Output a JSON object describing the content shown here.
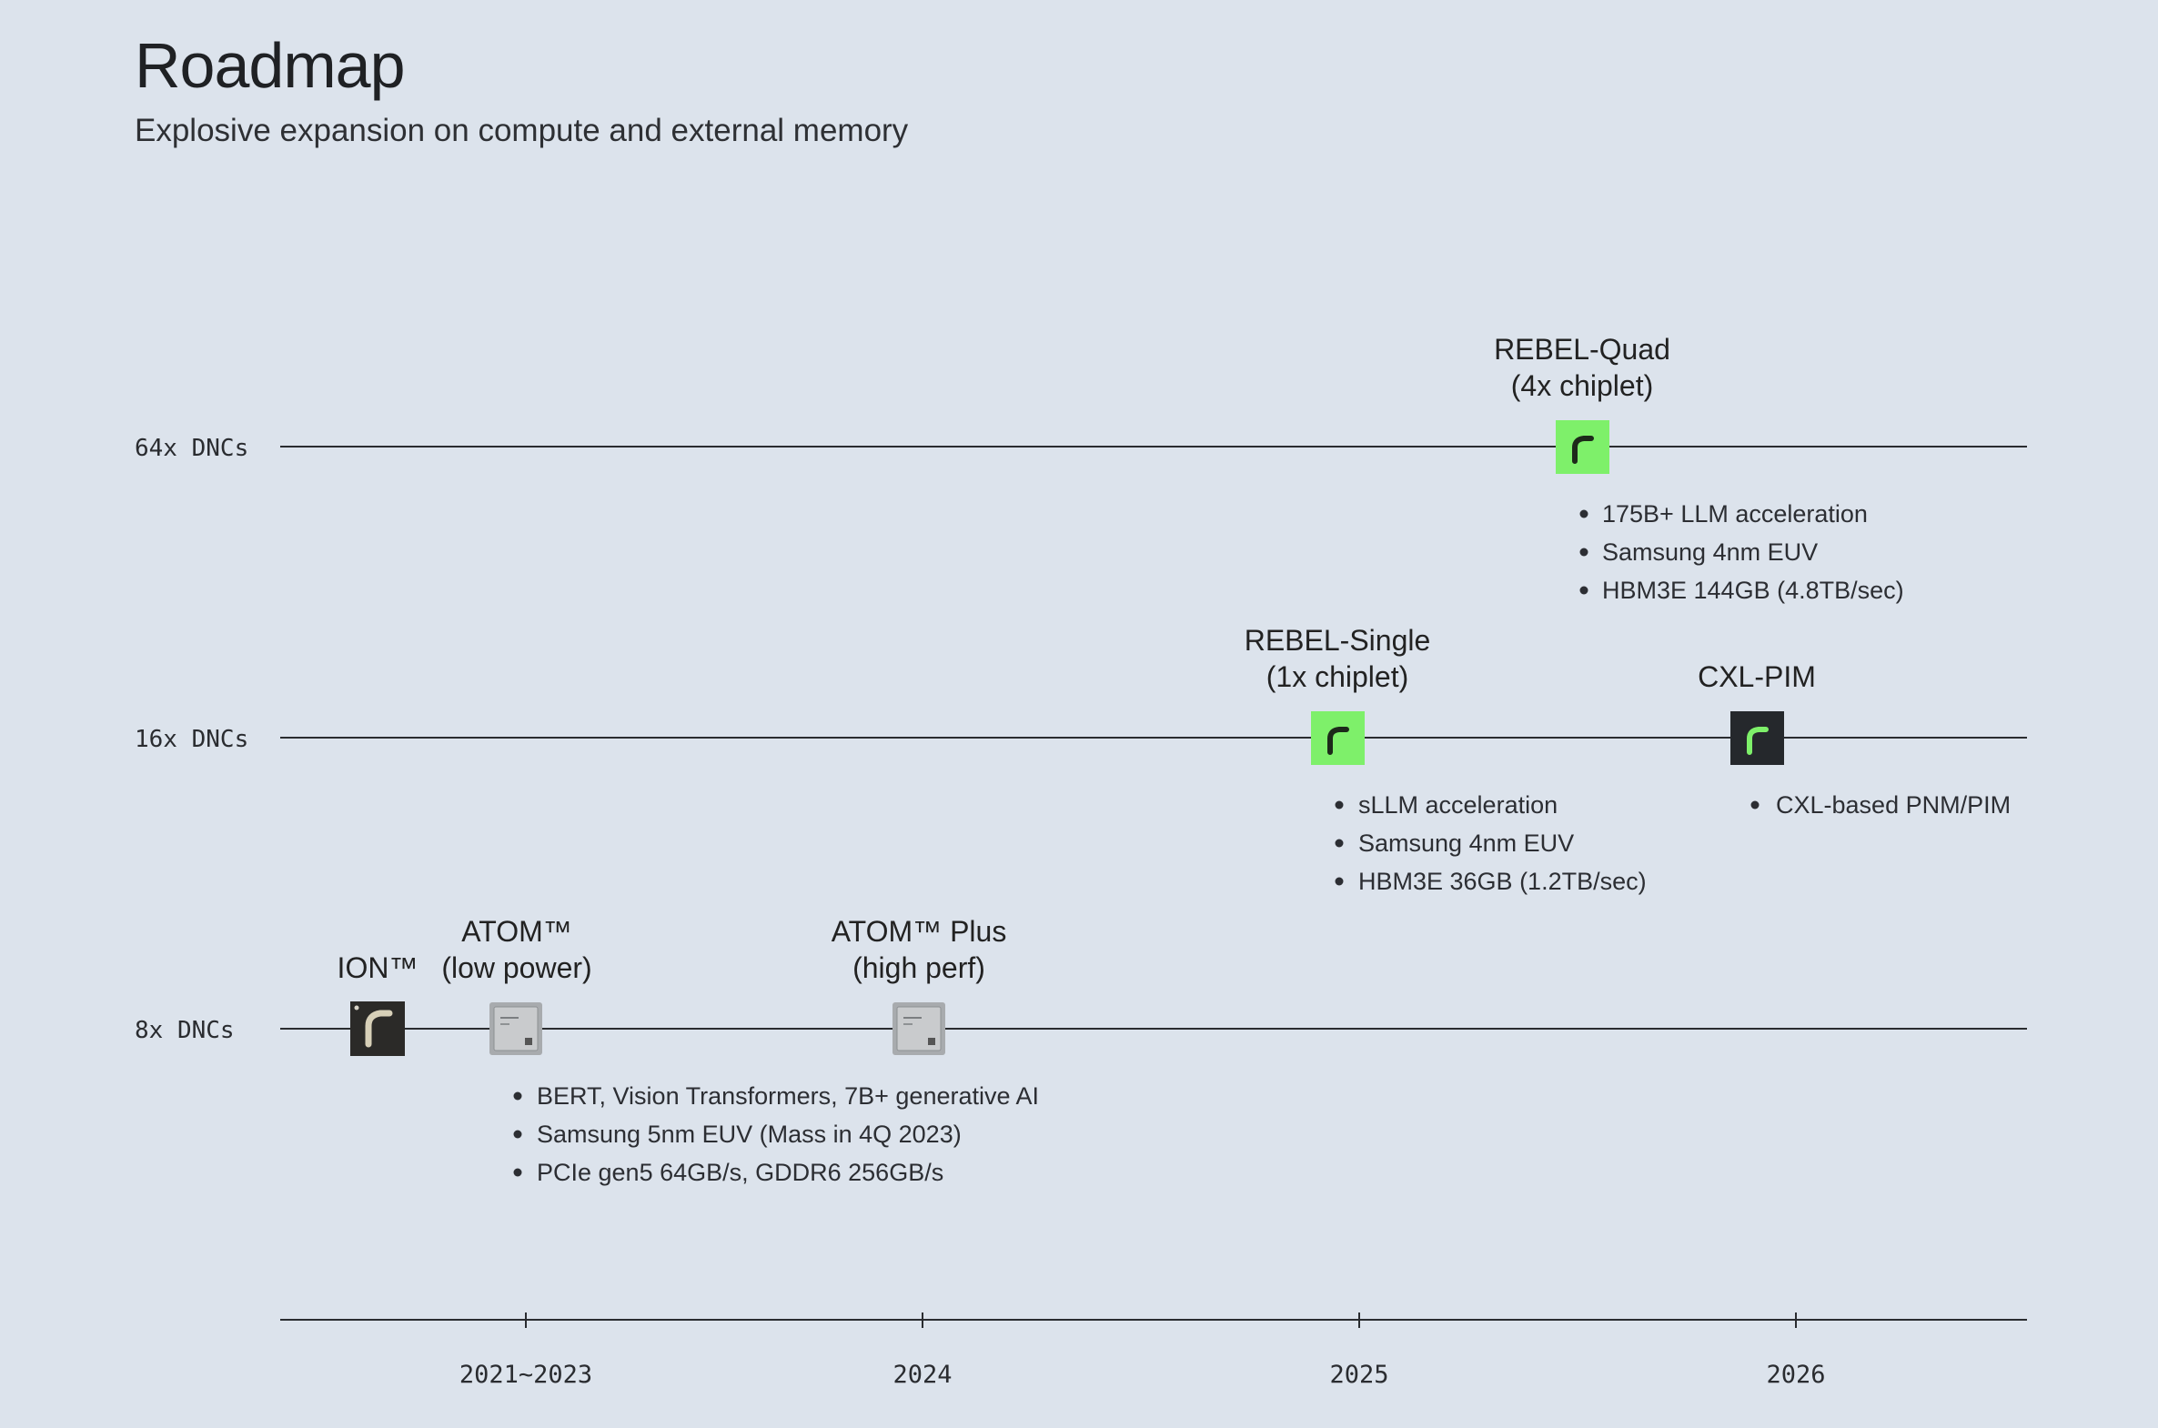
{
  "header": {
    "title": "Roadmap",
    "subtitle": "Explosive expansion on compute and external memory"
  },
  "colors": {
    "background": "#dce3ec",
    "rebel_green": "#7ef06a",
    "cxl_dark": "#25282c",
    "atom_silver": "#b9bcbf"
  },
  "tiers": [
    {
      "label": "64x DNCs"
    },
    {
      "label": "16x DNCs"
    },
    {
      "label": "8x DNCs"
    }
  ],
  "years": [
    "2021~2023",
    "2024",
    "2025",
    "2026"
  ],
  "products": [
    {
      "name_lines": [
        "ION™"
      ],
      "chip_style": "dark-bronze",
      "icon": "rebellions-logo-icon",
      "bullets": []
    },
    {
      "name_lines": [
        "ATOM™",
        "(low power)"
      ],
      "chip_style": "silver",
      "icon": "atom-chip-icon",
      "bullets": [
        "BERT, Vision Transformers, 7B+ generative AI",
        "Samsung 5nm EUV (Mass in 4Q 2023)",
        "PCIe gen5 64GB/s, GDDR6 256GB/s"
      ]
    },
    {
      "name_lines": [
        "ATOM™ Plus",
        "(high perf)"
      ],
      "chip_style": "silver",
      "icon": "atom-chip-icon",
      "bullets": []
    },
    {
      "name_lines": [
        "REBEL-Single",
        "(1x chiplet)"
      ],
      "chip_style": "green",
      "icon": "rebellions-logo-icon",
      "bullets": [
        "sLLM acceleration",
        "Samsung 4nm EUV",
        "HBM3E 36GB (1.2TB/sec)"
      ]
    },
    {
      "name_lines": [
        "CXL-PIM"
      ],
      "chip_style": "dark-green",
      "icon": "rebellions-logo-icon",
      "bullets": [
        "CXL-based PNM/PIM"
      ]
    },
    {
      "name_lines": [
        "REBEL-Quad",
        "(4x chiplet)"
      ],
      "chip_style": "green",
      "icon": "rebellions-logo-icon",
      "bullets": [
        "175B+ LLM acceleration",
        "Samsung 4nm EUV",
        "HBM3E 144GB (4.8TB/sec)"
      ]
    }
  ]
}
